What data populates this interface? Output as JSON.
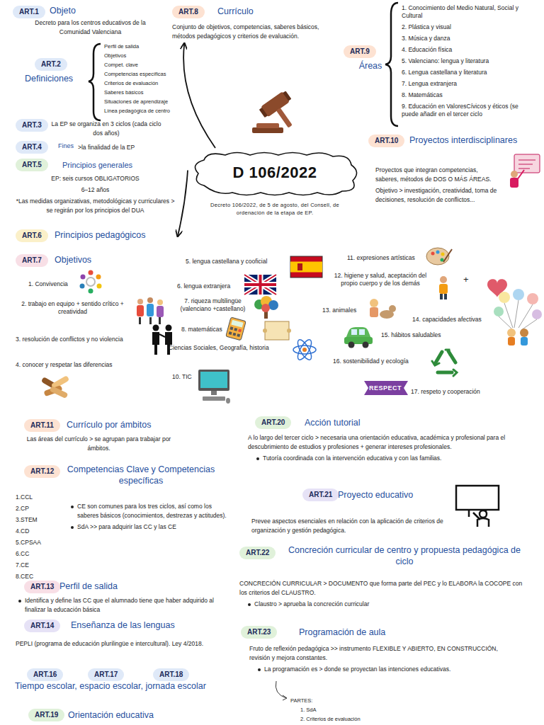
{
  "diagram": {
    "nodes": [
      {
        "text": [
          "D 106/2022",
          "Decreto 106/2022, de 5 de agosto, del Consell, de ordenación de la etapa de EP."
        ]
      },
      {
        "text": [
          "ART.1",
          "Objeto",
          "Decreto para los centros educativos de la Comunidad Valenciana"
        ]
      },
      {
        "text": [
          "ART.2",
          "Definiciones",
          "Perfil de salida",
          "Objetivos",
          "Compet. clave",
          "Competencias específicas",
          "Criterios de evaluación",
          "Saberes básicos",
          "Situaciones de aprendizaje",
          "Línea pedagógica de centro"
        ]
      },
      {
        "text": [
          "ART.3",
          "La EP se organiza en 3 ciclos (cada ciclo dos años)"
        ]
      },
      {
        "text": [
          "ART.4",
          "Fines",
          ">la finalidad de la EP"
        ]
      },
      {
        "text": [
          "ART.5",
          "Principios generales",
          "EP: seis cursos OBLIGATORIOS",
          "6–12 años",
          "*Las medidas organizativas, metodológicas y curriculares > se regirán por los principios del DUA"
        ]
      },
      {
        "text": [
          "ART.6",
          "Principios pedagógicos"
        ]
      },
      {
        "text": [
          "ART.7",
          "Objetivos"
        ]
      },
      {
        "text": [
          "ART.8",
          "Currículo",
          "Conjunto de objetivos, competencias, saberes básicos, métodos pedagógicos y criterios de evaluación."
        ]
      },
      {
        "text": [
          "ART.9",
          "Áreas",
          "1. Conocimiento del Medio Natural, Social y Cultural",
          "2. Plástica y visual",
          "3. Música y danza",
          "4. Educación física",
          "5. Valenciano: lengua y literatura",
          "6. Lengua castellana y literatura",
          "7. Lengua extranjera",
          "8. Matemáticas",
          "9. Educación en ValoresCívicos y éticos (se puede añadir en el tercer ciclo"
        ]
      },
      {
        "text": [
          "ART.10",
          "Proyectos interdisciplinares",
          "Proyectos que integran competencias, saberes, métodos de DOS O MÁS ÁREAS.",
          "Objetivo > investigación, creatividad, toma de decisiones, resolución de conflictos..."
        ]
      },
      {
        "text": [
          "ART.11",
          "Currículo por ámbitos",
          "Las áreas del currículo > se agrupan para trabajar por ámbitos."
        ]
      },
      {
        "text": [
          "ART.12",
          "Competencias Clave y Competencias específicas",
          "1.CCL",
          "2.CP",
          "3.STEM",
          "4.CD",
          "5.CPSAA",
          "6.CC",
          "7.CE",
          "8.CEC",
          "CE son comunes para los tres ciclos, así como los saberes básicos (conocimientos, destrezas y actitudes).",
          "SdA >> para adquirir las CC y las CE"
        ]
      },
      {
        "text": [
          "ART.13",
          "Perfil de salida",
          "Identifica y define las CC que el alumnado tiene que haber adquirido al finalizar la educación básica"
        ]
      },
      {
        "text": [
          "ART.14",
          "Enseñanza de las lenguas",
          "PEPLI (programa de educación plurilingüe e intercultural). Ley 4/2018."
        ]
      },
      {
        "text": [
          "ART.16",
          "ART.17",
          "ART.18",
          "Tiempo escolar, espacio escolar, jornada escolar"
        ]
      },
      {
        "text": [
          "ART.19",
          "Orientación educativa"
        ]
      },
      {
        "text": [
          "ART.20",
          "Acción tutorial",
          "A lo largo del tercer ciclo > necesaria una orientación educativa, académica y profesional para el descubrimiento de estudios y profesiones + generar intereses profesionales.",
          "Tutoría coordinada con la intervención educativa y con las familias."
        ]
      },
      {
        "text": [
          "ART.21",
          "Proyecto educativo",
          "Prevee aspectos esenciales en relación con la aplicación de criterios de organización y gestión pedagógica."
        ]
      },
      {
        "text": [
          "ART.22",
          "Concreción curricular de centro y propuesta pedagógica de ciclo",
          "CONCRECIÓN CURRICULAR > DOCUMENTO que forma parte del PEC y lo ELABORA la COCOPE con los criterios del CLAUSTRO.",
          "Claustro > aprueba la concreción curricular"
        ]
      },
      {
        "text": [
          "ART.23",
          "Programación de aula",
          "Fruto de reflexión pedagógica >> instrumento FLEXIBLE Y ABIERTO, EN CONSTRUCCIÓN, revisión y mejora constantes.",
          "La programación es > donde se proyectan las intenciones educativas.",
          "PARTES:",
          "1. SdA",
          "2. Criterios de evaluación"
        ]
      }
    ],
    "edges": [
      {
        "from": 0,
        "to": 8,
        "arrow": "to"
      },
      {
        "from": 0,
        "to": 6,
        "arrow": "to"
      }
    ],
    "labels": [
      "1. Convivencia",
      "2. trabajo en equipo + sentido crítico + creatividad",
      "3. resolución de conflictos y no violencia",
      "4. conocer y respetar las diferencias",
      "5. lengua castellana y cooficial",
      "6. lengua extranjera",
      "7. riqueza multilingüe (valenciano +castellano)",
      "8. matemáticas",
      "Ciencias Sociales, Geografía, historia",
      "10. TIC",
      "11. expresiones artísticas",
      "12. higiene y salud, aceptación del propio cuerpo y de los demás",
      "+",
      "13. animales",
      "14. capacidades afectivas",
      "15. hábitos saludables",
      "16. sostenibilidad y ecología",
      "RESPECT",
      "17. respeto y cooperación"
    ]
  }
}
